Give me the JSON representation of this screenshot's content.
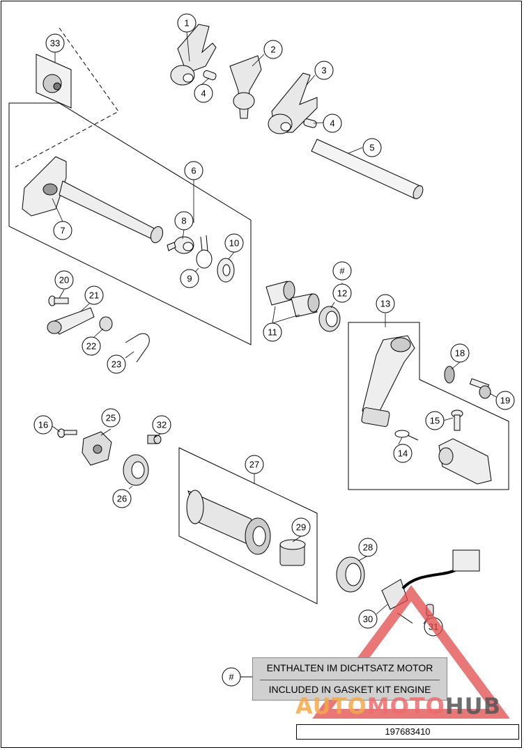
{
  "callouts": [
    "1",
    "2",
    "3",
    "4",
    "4",
    "5",
    "6",
    "7",
    "8",
    "9",
    "10",
    "#",
    "12",
    "11",
    "13",
    "18",
    "19",
    "15",
    "14",
    "20",
    "21",
    "22",
    "23",
    "16",
    "25",
    "32",
    "26",
    "27",
    "29",
    "28",
    "30",
    "31",
    "33",
    "#"
  ],
  "legend": {
    "line1": "ENTHALTEN IM DICHTSATZ MOTOR",
    "line2": "INCLUDED IN GASKET KIT ENGINE"
  },
  "part_number": "197683410",
  "watermark": {
    "part1": "AUTO",
    "part2": "MOTO",
    "part3": "HUB"
  }
}
